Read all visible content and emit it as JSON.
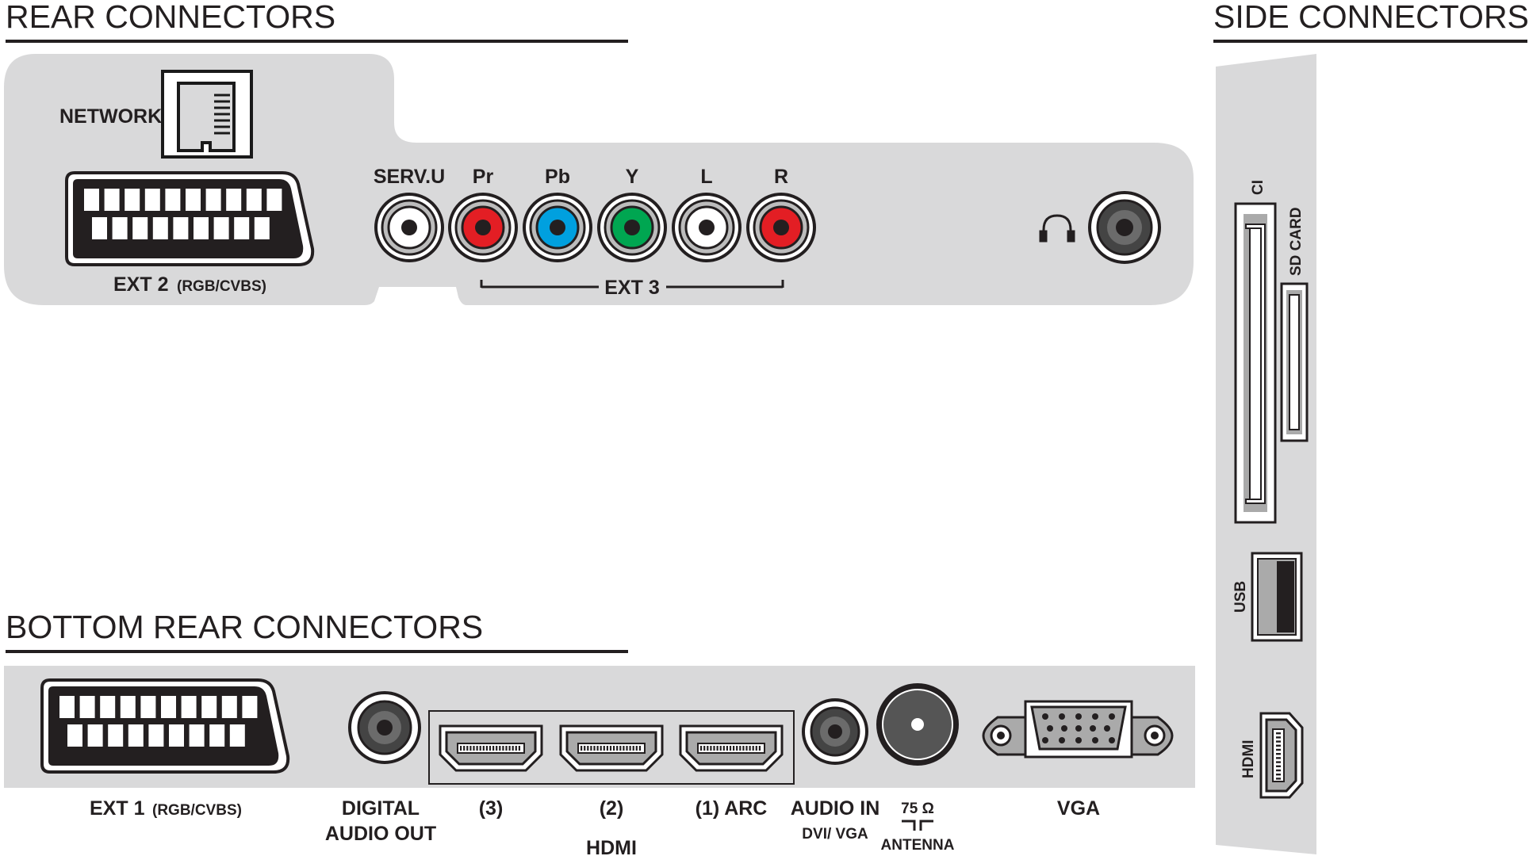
{
  "headers": {
    "rear": "REAR CONNECTORS",
    "side": "SIDE CONNECTORS",
    "bottom": "BOTTOM REAR CONNECTORS"
  },
  "rear": {
    "network": "NETWORK",
    "ext2": "EXT 2",
    "ext2_sub": "(RGB/CVBS)",
    "jacks": [
      {
        "label": "SERV.U",
        "color": "#ffffff"
      },
      {
        "label": "Pr",
        "color": "#e31e24"
      },
      {
        "label": "Pb",
        "color": "#00a0df"
      },
      {
        "label": "Y",
        "color": "#00a651"
      },
      {
        "label": "L",
        "color": "#ffffff"
      },
      {
        "label": "R",
        "color": "#e31e24"
      }
    ],
    "ext3": "EXT 3",
    "headphone_icon": "headphones-icon"
  },
  "bottom": {
    "ext1": "EXT 1",
    "ext1_sub": "(RGB/CVBS)",
    "digital_audio_out": [
      "DIGITAL",
      "AUDIO OUT"
    ],
    "hdmi_ports": [
      "(3)",
      "(2)",
      "(1) ARC"
    ],
    "hdmi": "HDMI",
    "audio_in": "AUDIO IN",
    "audio_in_sub": "DVI/ VGA",
    "antenna_ohm": "75 Ω",
    "antenna": "ANTENNA",
    "vga": "VGA"
  },
  "side": {
    "ci": "CI",
    "sd_card": "SD CARD",
    "usb": "USB",
    "hdmi": "HDMI"
  },
  "colors": {
    "panel": "#d9d9da",
    "ink": "#231f20",
    "outline": "#1a1a1a"
  }
}
